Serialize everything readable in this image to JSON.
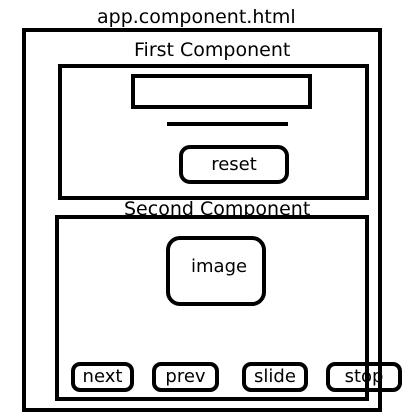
{
  "app_title": "app.component.html",
  "first_component": {
    "title": "First Component",
    "reset_label": "reset"
  },
  "second_component": {
    "title": "Second Component",
    "image_label": "image",
    "buttons": {
      "next": "next",
      "prev": "prev",
      "slide": "slide",
      "stop": "stop"
    }
  }
}
